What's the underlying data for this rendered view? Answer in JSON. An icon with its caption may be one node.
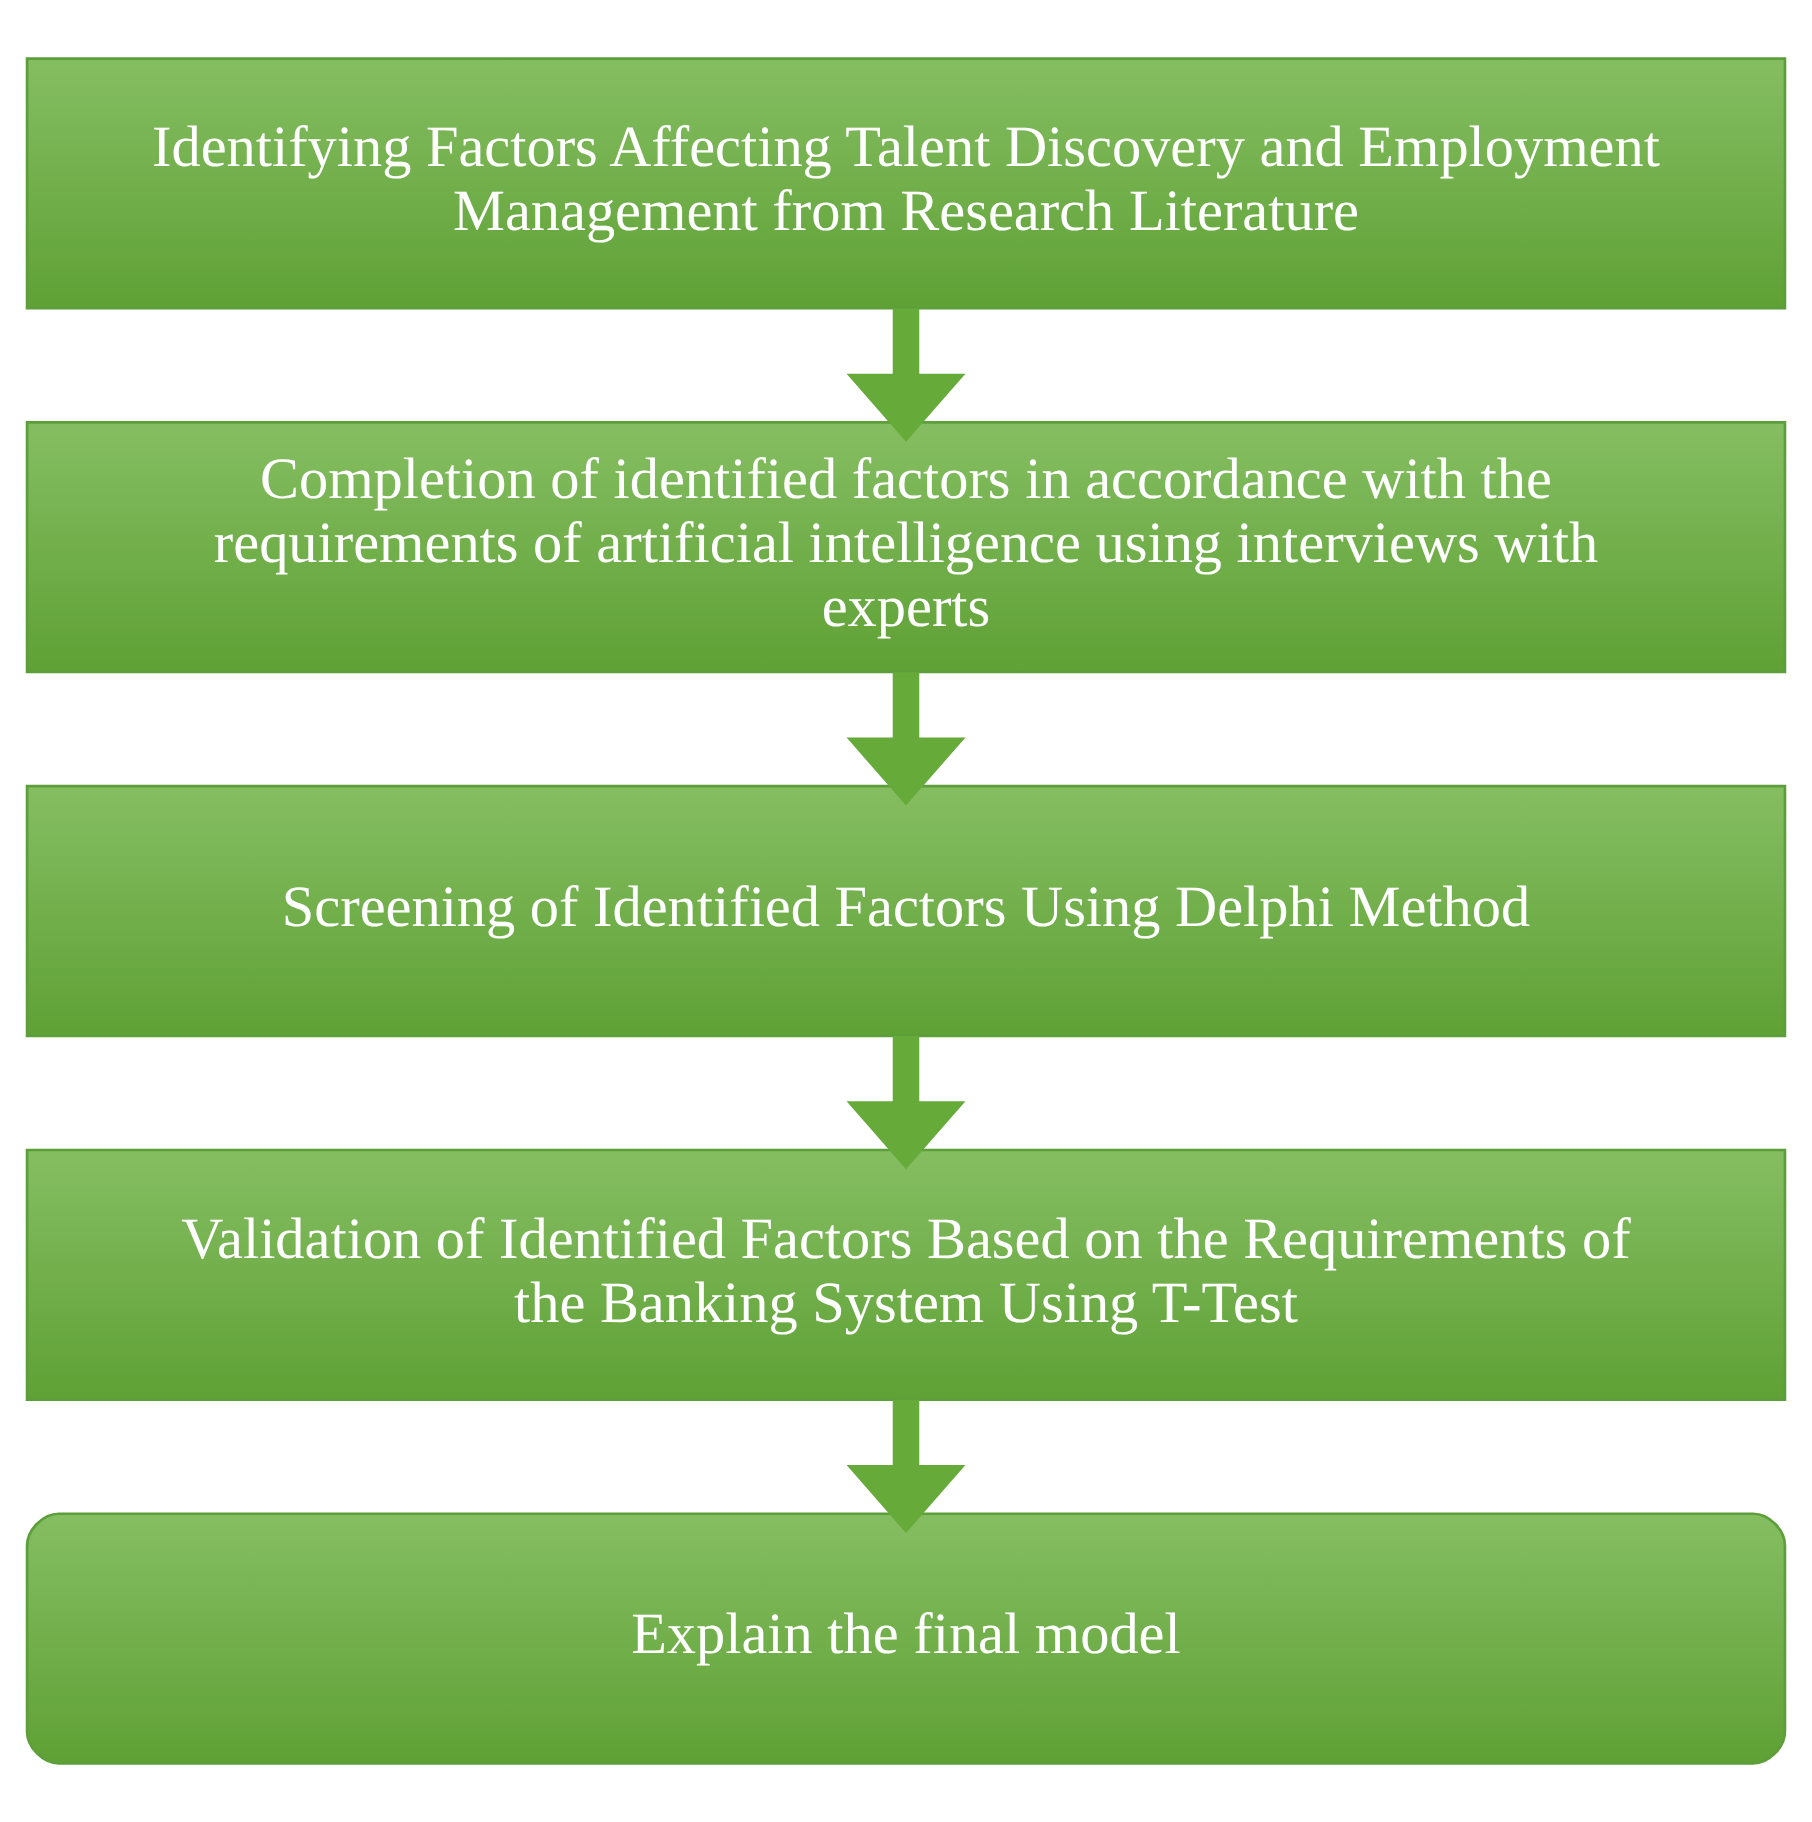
{
  "diagram": {
    "nodes": [
      {
        "text": [
          "Identifying Factors Affecting Talent Discovery and Employment Management from Research Literature"
        ]
      },
      {
        "text": [
          "Completion of identified factors in accordance with the requirements of artificial intelligence using interviews with experts"
        ]
      },
      {
        "text": [
          "Screening of Identified Factors Using Delphi Method"
        ]
      },
      {
        "text": [
          "Validation of Identified Factors Based on the Requirements of the Banking System Using T-Test"
        ]
      },
      {
        "text": [
          "Explain the final model"
        ]
      }
    ],
    "edges": [
      {
        "from": 0,
        "to": 1,
        "arrow": "to"
      },
      {
        "from": 1,
        "to": 2,
        "arrow": "to"
      },
      {
        "from": 2,
        "to": 3,
        "arrow": "to"
      },
      {
        "from": 3,
        "to": 4,
        "arrow": "to"
      }
    ]
  }
}
